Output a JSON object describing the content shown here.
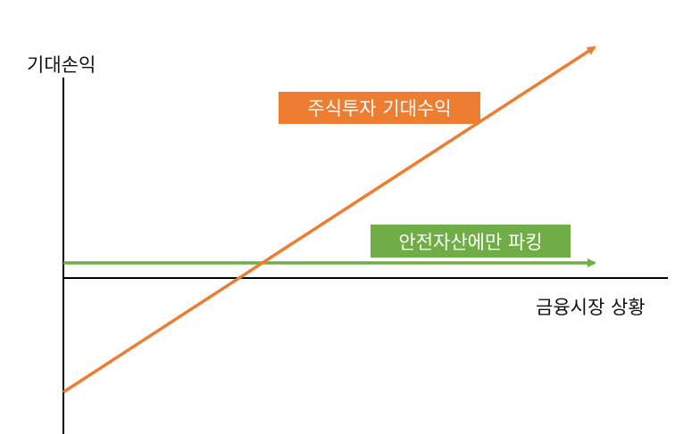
{
  "labels": {
    "y_axis": "기대손익",
    "x_axis": "금융시장 상황",
    "orange_line": "주식투자 기대수익",
    "green_line": "안전자산에만 파킹"
  },
  "colors": {
    "orange": "#ED7D31",
    "green": "#70AD47",
    "axis": "#000000"
  }
}
